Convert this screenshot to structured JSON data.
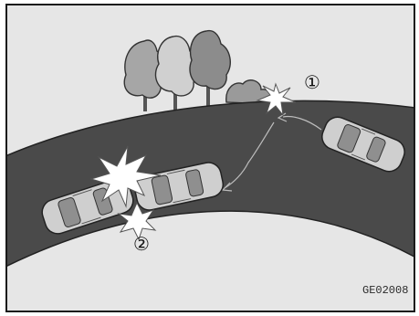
{
  "figure": {
    "markers": {
      "first": "①",
      "second": "②"
    },
    "code": "GE02008"
  },
  "colors": {
    "road": "#4a4a4a",
    "background": "#e6e6e6",
    "car_body": "#cfcfcf",
    "car_window": "#8f8f8f",
    "tree": "#9a9a9a",
    "impact": "#ffffff"
  }
}
